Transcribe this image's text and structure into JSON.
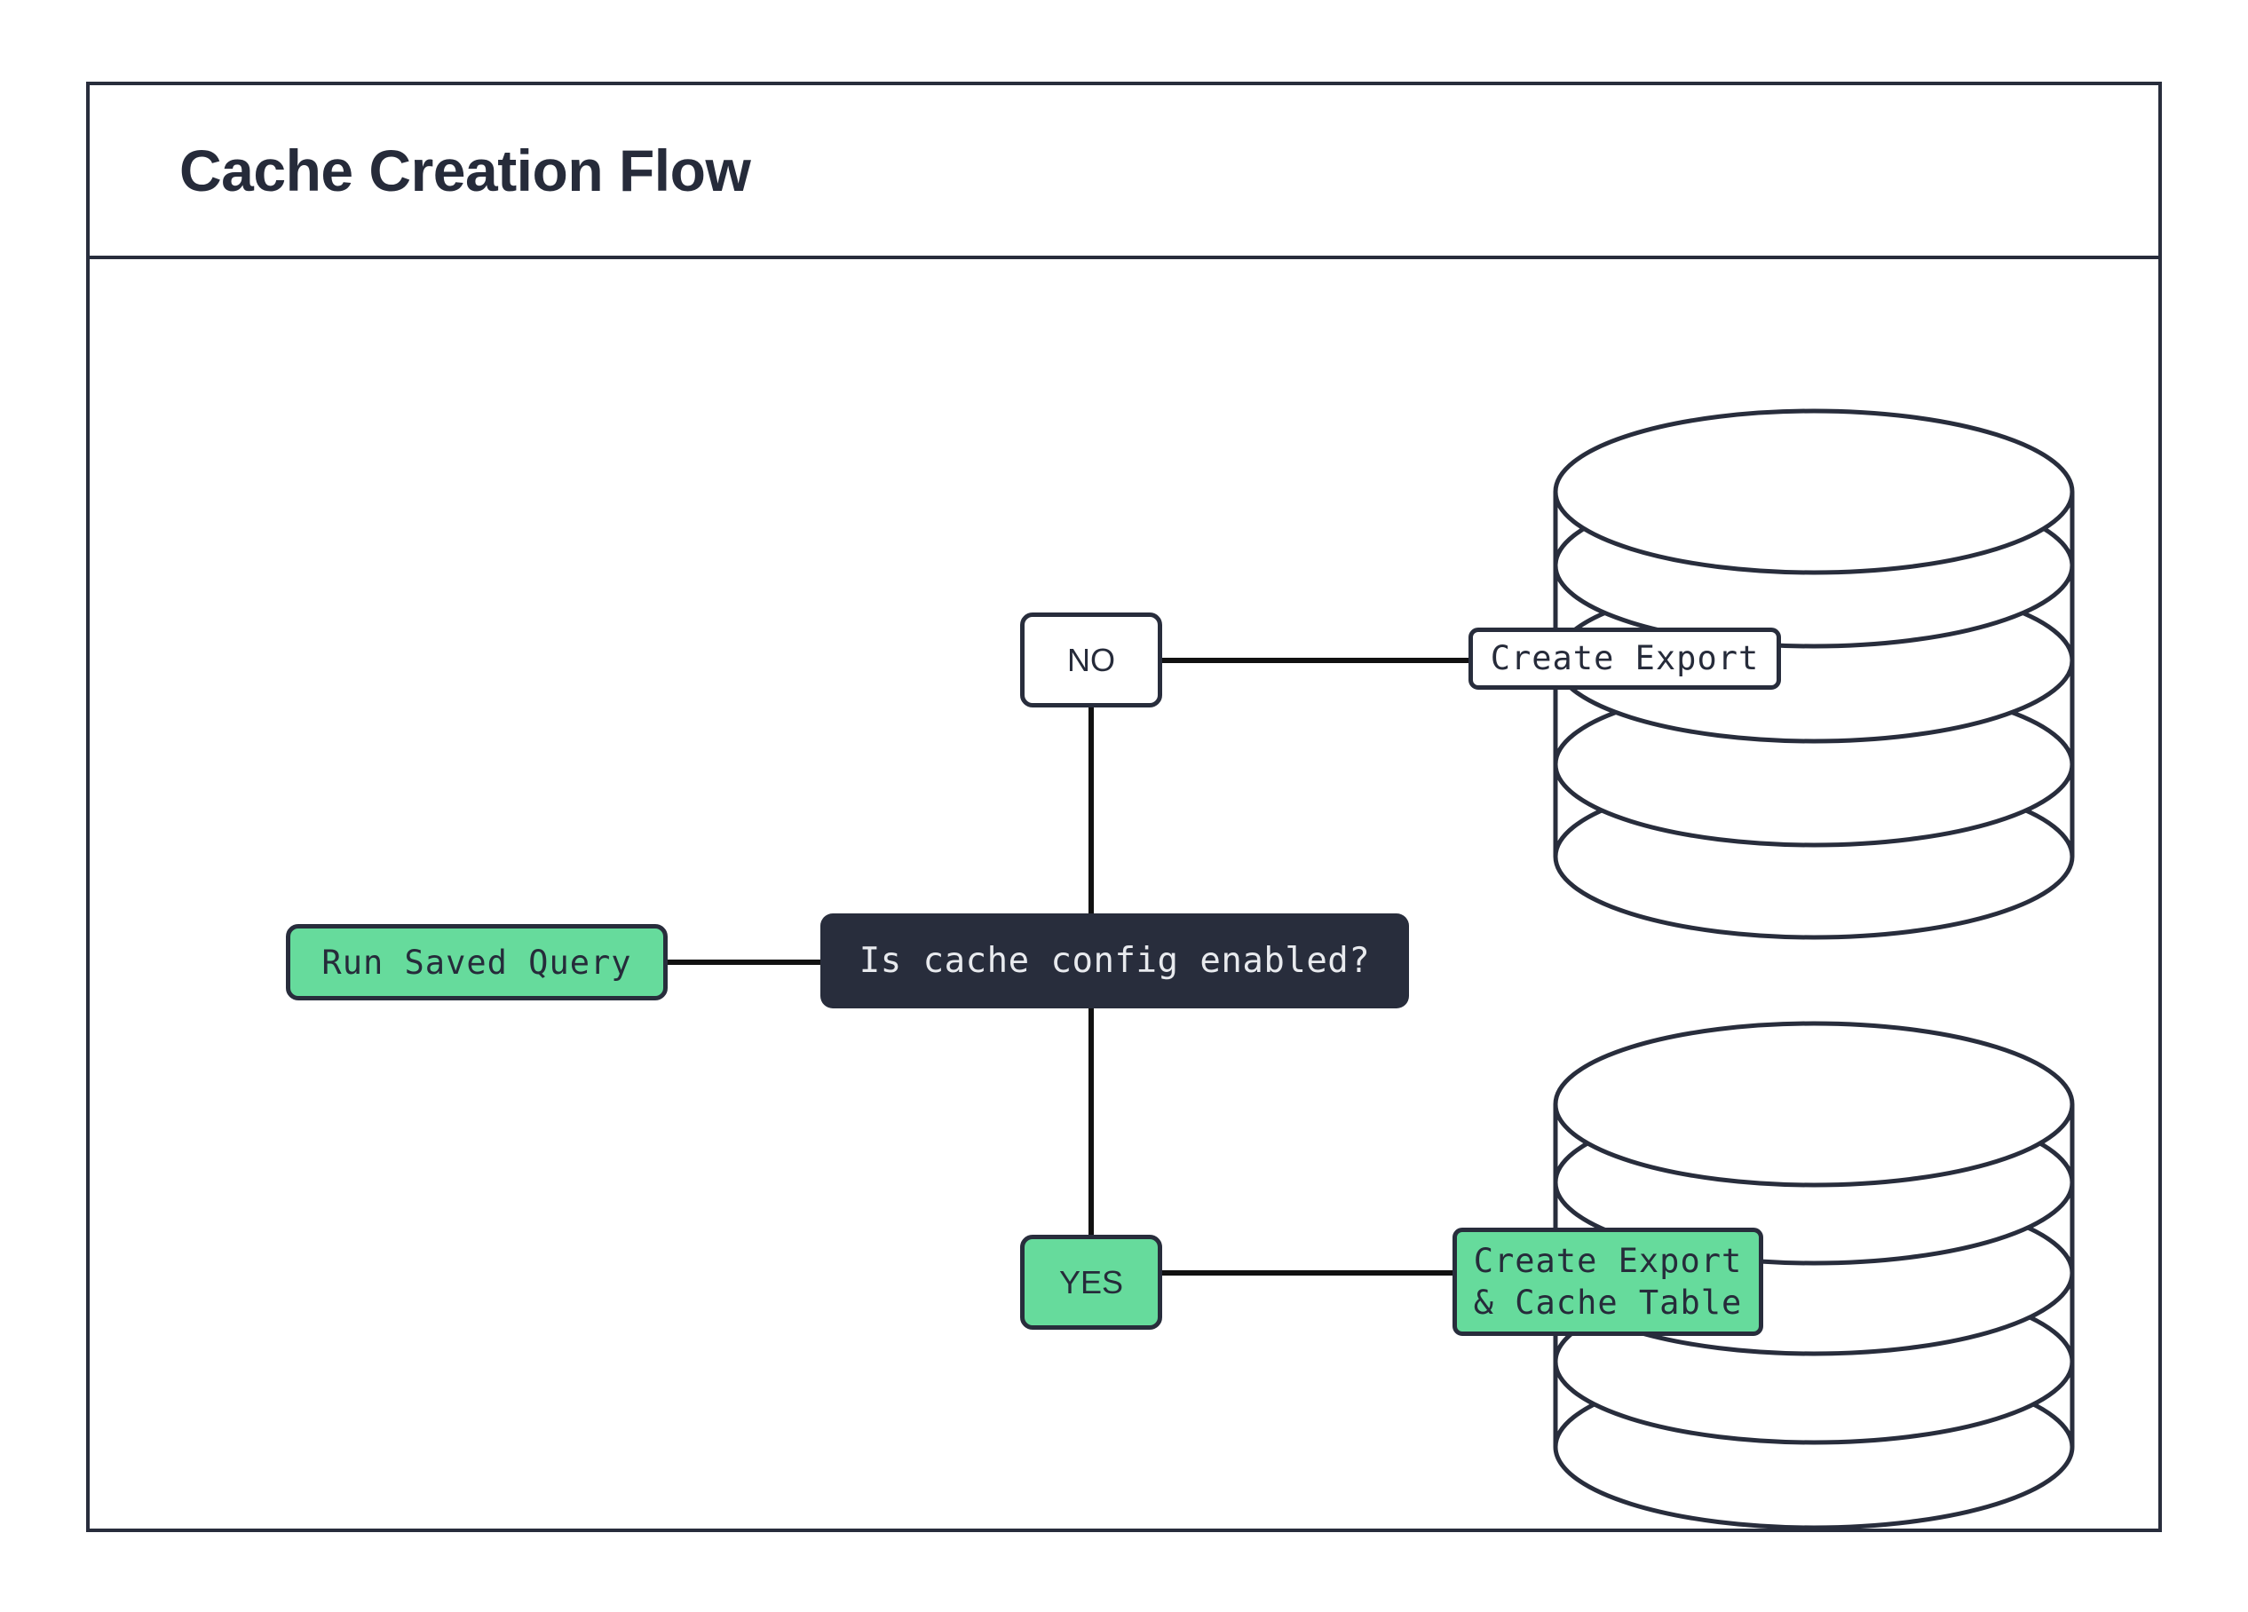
{
  "header": {
    "title": "Cache Creation Flow"
  },
  "colors": {
    "stroke": "#282D3C",
    "accent_green": "#66DB9C",
    "dark_node": "#282D3C",
    "dark_node_text": "#E8EAEE",
    "text": "#262B3A",
    "connector": "#111111",
    "background": "#FFFFFF"
  },
  "chart_data": {
    "type": "diagram",
    "title": "Cache Creation Flow",
    "nodes": [
      {
        "id": "run-saved-query",
        "label": "Run Saved Query",
        "shape": "rounded-rect",
        "fill": "#66DB9C",
        "text_color": "#262B3A"
      },
      {
        "id": "decision",
        "label": "Is cache config enabled?",
        "shape": "rounded-rect",
        "fill": "#282D3C",
        "text_color": "#E8EAEE"
      },
      {
        "id": "branch-no",
        "label": "NO",
        "shape": "rounded-rect",
        "fill": "#FFFFFF",
        "text_color": "#262B3A"
      },
      {
        "id": "branch-yes",
        "label": "YES",
        "shape": "rounded-rect",
        "fill": "#66DB9C",
        "text_color": "#262B3A"
      },
      {
        "id": "db-top",
        "label": "Create Export",
        "shape": "database-cylinder",
        "fill": "#FFFFFF",
        "text_color": "#262B3A"
      },
      {
        "id": "db-bottom",
        "label": "Create Export\n& Cache Table",
        "label_line1": "Create Export",
        "label_line2": "& Cache Table",
        "shape": "database-cylinder",
        "fill": "#66DB9C",
        "text_color": "#262B3A"
      }
    ],
    "edges": [
      {
        "from": "run-saved-query",
        "to": "decision",
        "label": ""
      },
      {
        "from": "decision",
        "to": "branch-no",
        "label": ""
      },
      {
        "from": "decision",
        "to": "branch-yes",
        "label": ""
      },
      {
        "from": "branch-no",
        "to": "db-top",
        "label": ""
      },
      {
        "from": "branch-yes",
        "to": "db-bottom",
        "label": ""
      }
    ]
  },
  "nodes": {
    "run_saved_query": {
      "label": "Run Saved Query"
    },
    "decision": {
      "label": "Is cache config enabled?"
    },
    "branch_no": {
      "label": "NO"
    },
    "branch_yes": {
      "label": "YES"
    },
    "db_top": {
      "label": "Create Export"
    },
    "db_bottom": {
      "line1": "Create Export",
      "line2": "& Cache Table"
    }
  }
}
